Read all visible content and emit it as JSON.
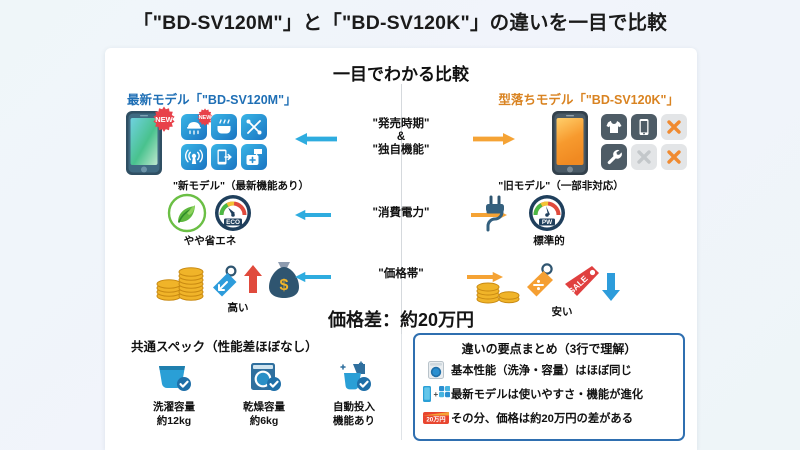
{
  "page": {
    "title": "「\"BD-SV120M\"」と「\"BD-SV120K\"」の違いを一目で比較",
    "background_color": "#eef5f8"
  },
  "card": {
    "title": "一目でわかる比較",
    "background_color": "#ffffff",
    "columns": {
      "left": {
        "label": "最新モデル「\"BD-SV120M\"」",
        "color": "#1f6fb5"
      },
      "right": {
        "label": "型落ちモデル「\"BD-SV120K\"」",
        "color": "#d98321"
      }
    },
    "rows": [
      {
        "center_label_line1": "\"発売時期\"",
        "center_label_line2": "&",
        "center_label_line3": "\"独自機能\"",
        "left": {
          "caption": "\"新モデル\"（最新機能あり）",
          "badge": "NEW",
          "icons": [
            "shower-head-icon",
            "new-badge-icon",
            "pot-steam-icon",
            "tools-icon",
            "wifi-signal-icon",
            "phone-export-icon",
            "chat-plus-icon"
          ],
          "phone_icon": "smartphone-teal-icon"
        },
        "right": {
          "caption": "\"旧モデル\"（一部非対応）",
          "icons": [
            "tshirt-icon",
            "phone-gray-icon",
            "cross-orange-icon",
            "wrench-icon",
            "cross-gray-icon",
            "cross-orange-icon"
          ],
          "phone_icon": "smartphone-orange-icon"
        }
      },
      {
        "center_label_line1": "\"消費電力\"",
        "left": {
          "caption": "やや省エネ",
          "icons": [
            "leaf-eco-icon",
            "gauge-eco-icon"
          ],
          "gauge_label": "ECO"
        },
        "right": {
          "caption": "標準的",
          "icons": [
            "power-plug-icon",
            "gauge-pw-icon"
          ],
          "gauge_label": "PW"
        }
      },
      {
        "center_label_line1": "\"価格帯\"",
        "left": {
          "caption": "高い",
          "icons": [
            "coin-stack-icon",
            "price-tag-up-icon",
            "money-bag-icon",
            "arrow-up-red-icon"
          ]
        },
        "right": {
          "caption": "安い",
          "icons": [
            "coin-stack-small-icon",
            "price-tag-down-icon",
            "sale-tag-icon",
            "arrow-down-blue-icon"
          ],
          "sale_text": "SALE"
        }
      }
    ],
    "price_difference": "価格差：約20万円"
  },
  "common_specs": {
    "heading": "共通スペック（性能差ほぼなし）",
    "items": [
      {
        "icon": "wash-tub-icon",
        "label_line1": "洗濯容量",
        "label_line2": "約12kg"
      },
      {
        "icon": "dryer-drum-icon",
        "label_line1": "乾燥容量",
        "label_line2": "約6kg"
      },
      {
        "icon": "auto-dispense-icon",
        "label_line1": "自動投入",
        "label_line2": "機能あり"
      }
    ]
  },
  "summary": {
    "heading": "違いの要点まとめ（3行で理解）",
    "border_color": "#2f6fb0",
    "lines": [
      {
        "icon": "washer-front-icon",
        "text": "基本性能（洗浄・容量）はほぼ同じ"
      },
      {
        "icon": "phone-plus-apps-icon",
        "text": "最新モデルは使いやすさ・機能が進化"
      },
      {
        "icon": "price-card-icon",
        "badge": "20万円",
        "text": "その分、価格は約20万円の差がある"
      }
    ]
  }
}
